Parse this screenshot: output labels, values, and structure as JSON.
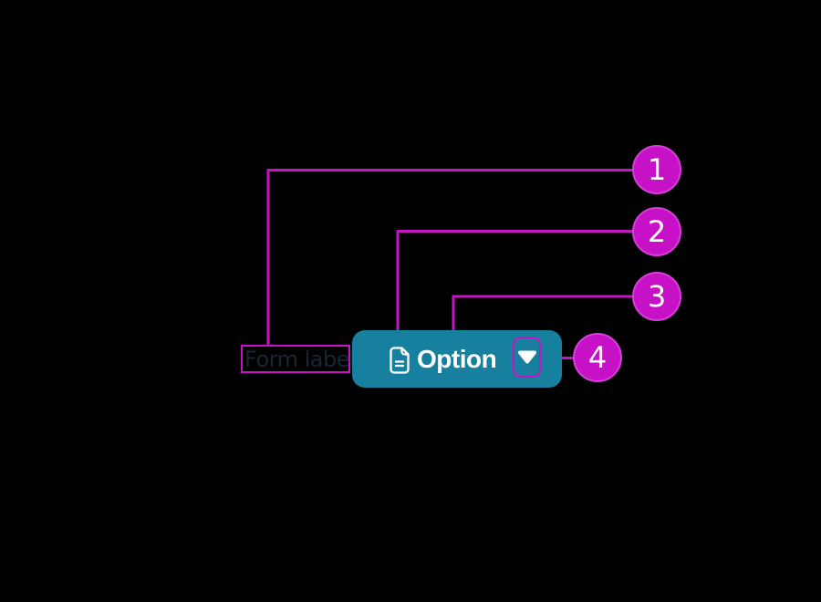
{
  "canvas": {
    "background_color": "#000000"
  },
  "colors": {
    "annotation_magenta": "#C613C6",
    "callout_fill": "#C711C7",
    "callout_border": "#D83ED8",
    "button_teal": "#17809E",
    "button_text": "#FFFFFF",
    "form_label_text": "#1B2531"
  },
  "annotations": {
    "callouts": [
      {
        "number": "1",
        "points_to": "form-label"
      },
      {
        "number": "2",
        "points_to": "document-icon"
      },
      {
        "number": "3",
        "points_to": "button-label"
      },
      {
        "number": "4",
        "points_to": "dropdown-caret"
      }
    ]
  },
  "component": {
    "form_label": "Form label",
    "button_label": "Option",
    "icons": {
      "leading": "document-icon",
      "trailing": "caret-down-icon"
    }
  }
}
